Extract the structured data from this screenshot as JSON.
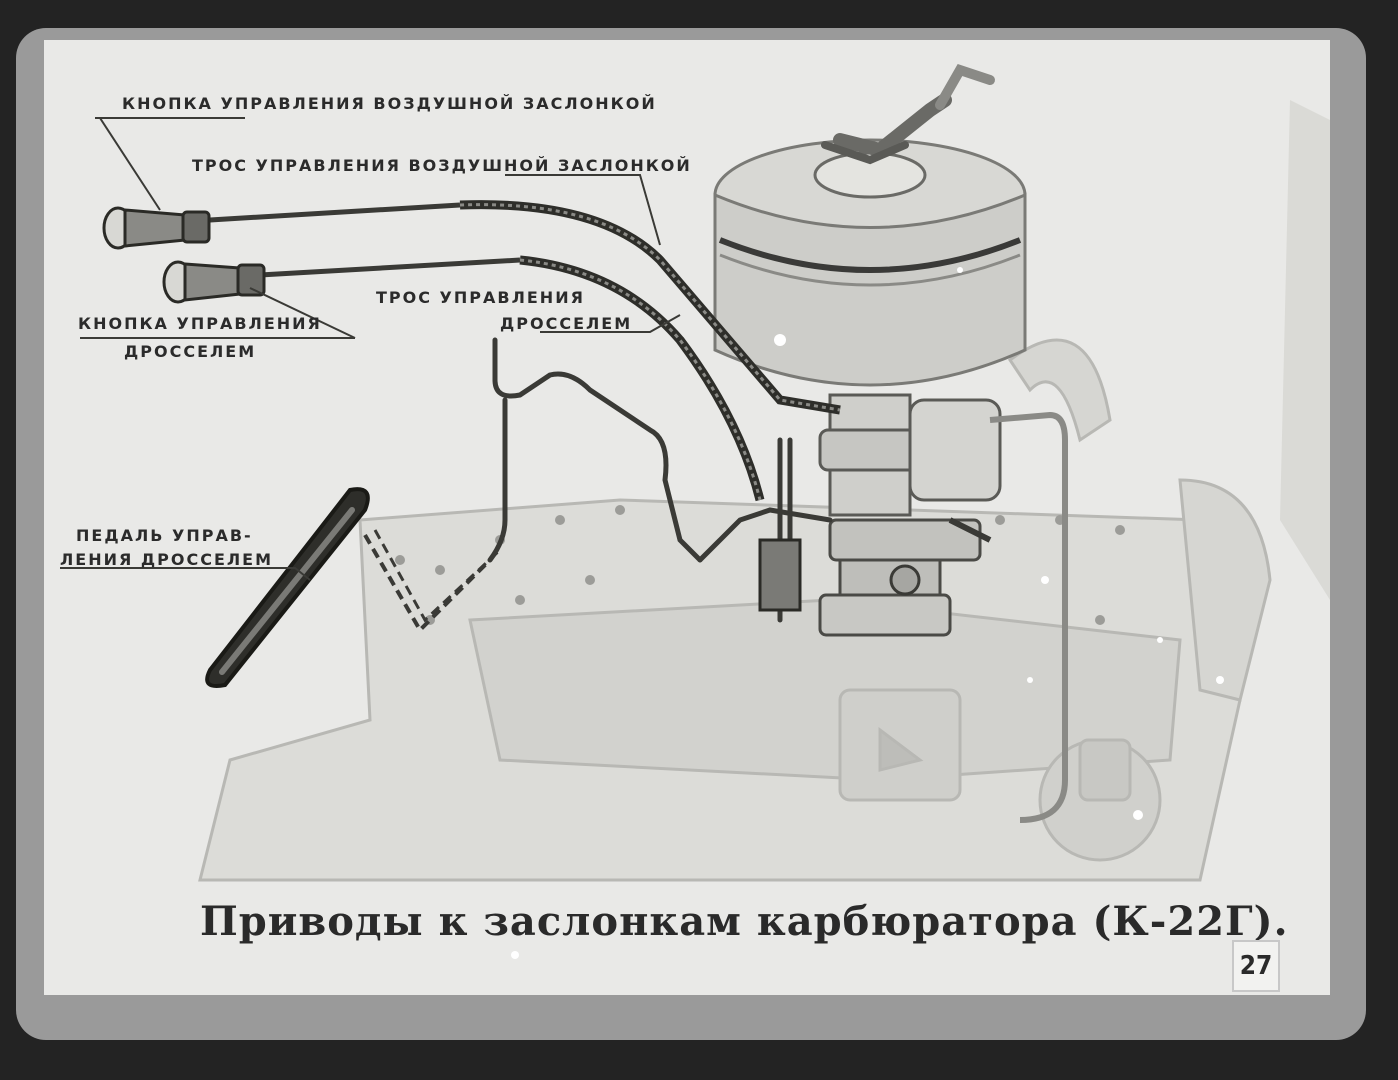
{
  "labels": {
    "choke_button": "КНОПКА УПРАВЛЕНИЯ ВОЗДУШНОЙ ЗАСЛОНКОЙ",
    "choke_cable": "ТРОС УПРАВЛЕНИЯ ВОЗДУШНОЙ ЗАСЛОНКОЙ",
    "throttle_cable_line1": "ТРОС УПРАВЛЕНИЯ",
    "throttle_cable_line2": "ДРОССЕЛЕМ",
    "throttle_button_line1": "КНОПКА УПРАВЛЕНИЯ",
    "throttle_button_line2": "ДРОССЕЛЕМ",
    "pedal_line1": "ПЕДАЛЬ УПРАВ-",
    "pedal_line2": "ЛЕНИЯ ДРОССЕЛЕМ"
  },
  "caption": "Приводы к заслонкам карбюратора (К-22Г).",
  "page_number": "27",
  "colors": {
    "background": "#232323",
    "frame": "#9a9a9a",
    "paper": "#e9e9e7",
    "ink": "#2b2b2b"
  }
}
